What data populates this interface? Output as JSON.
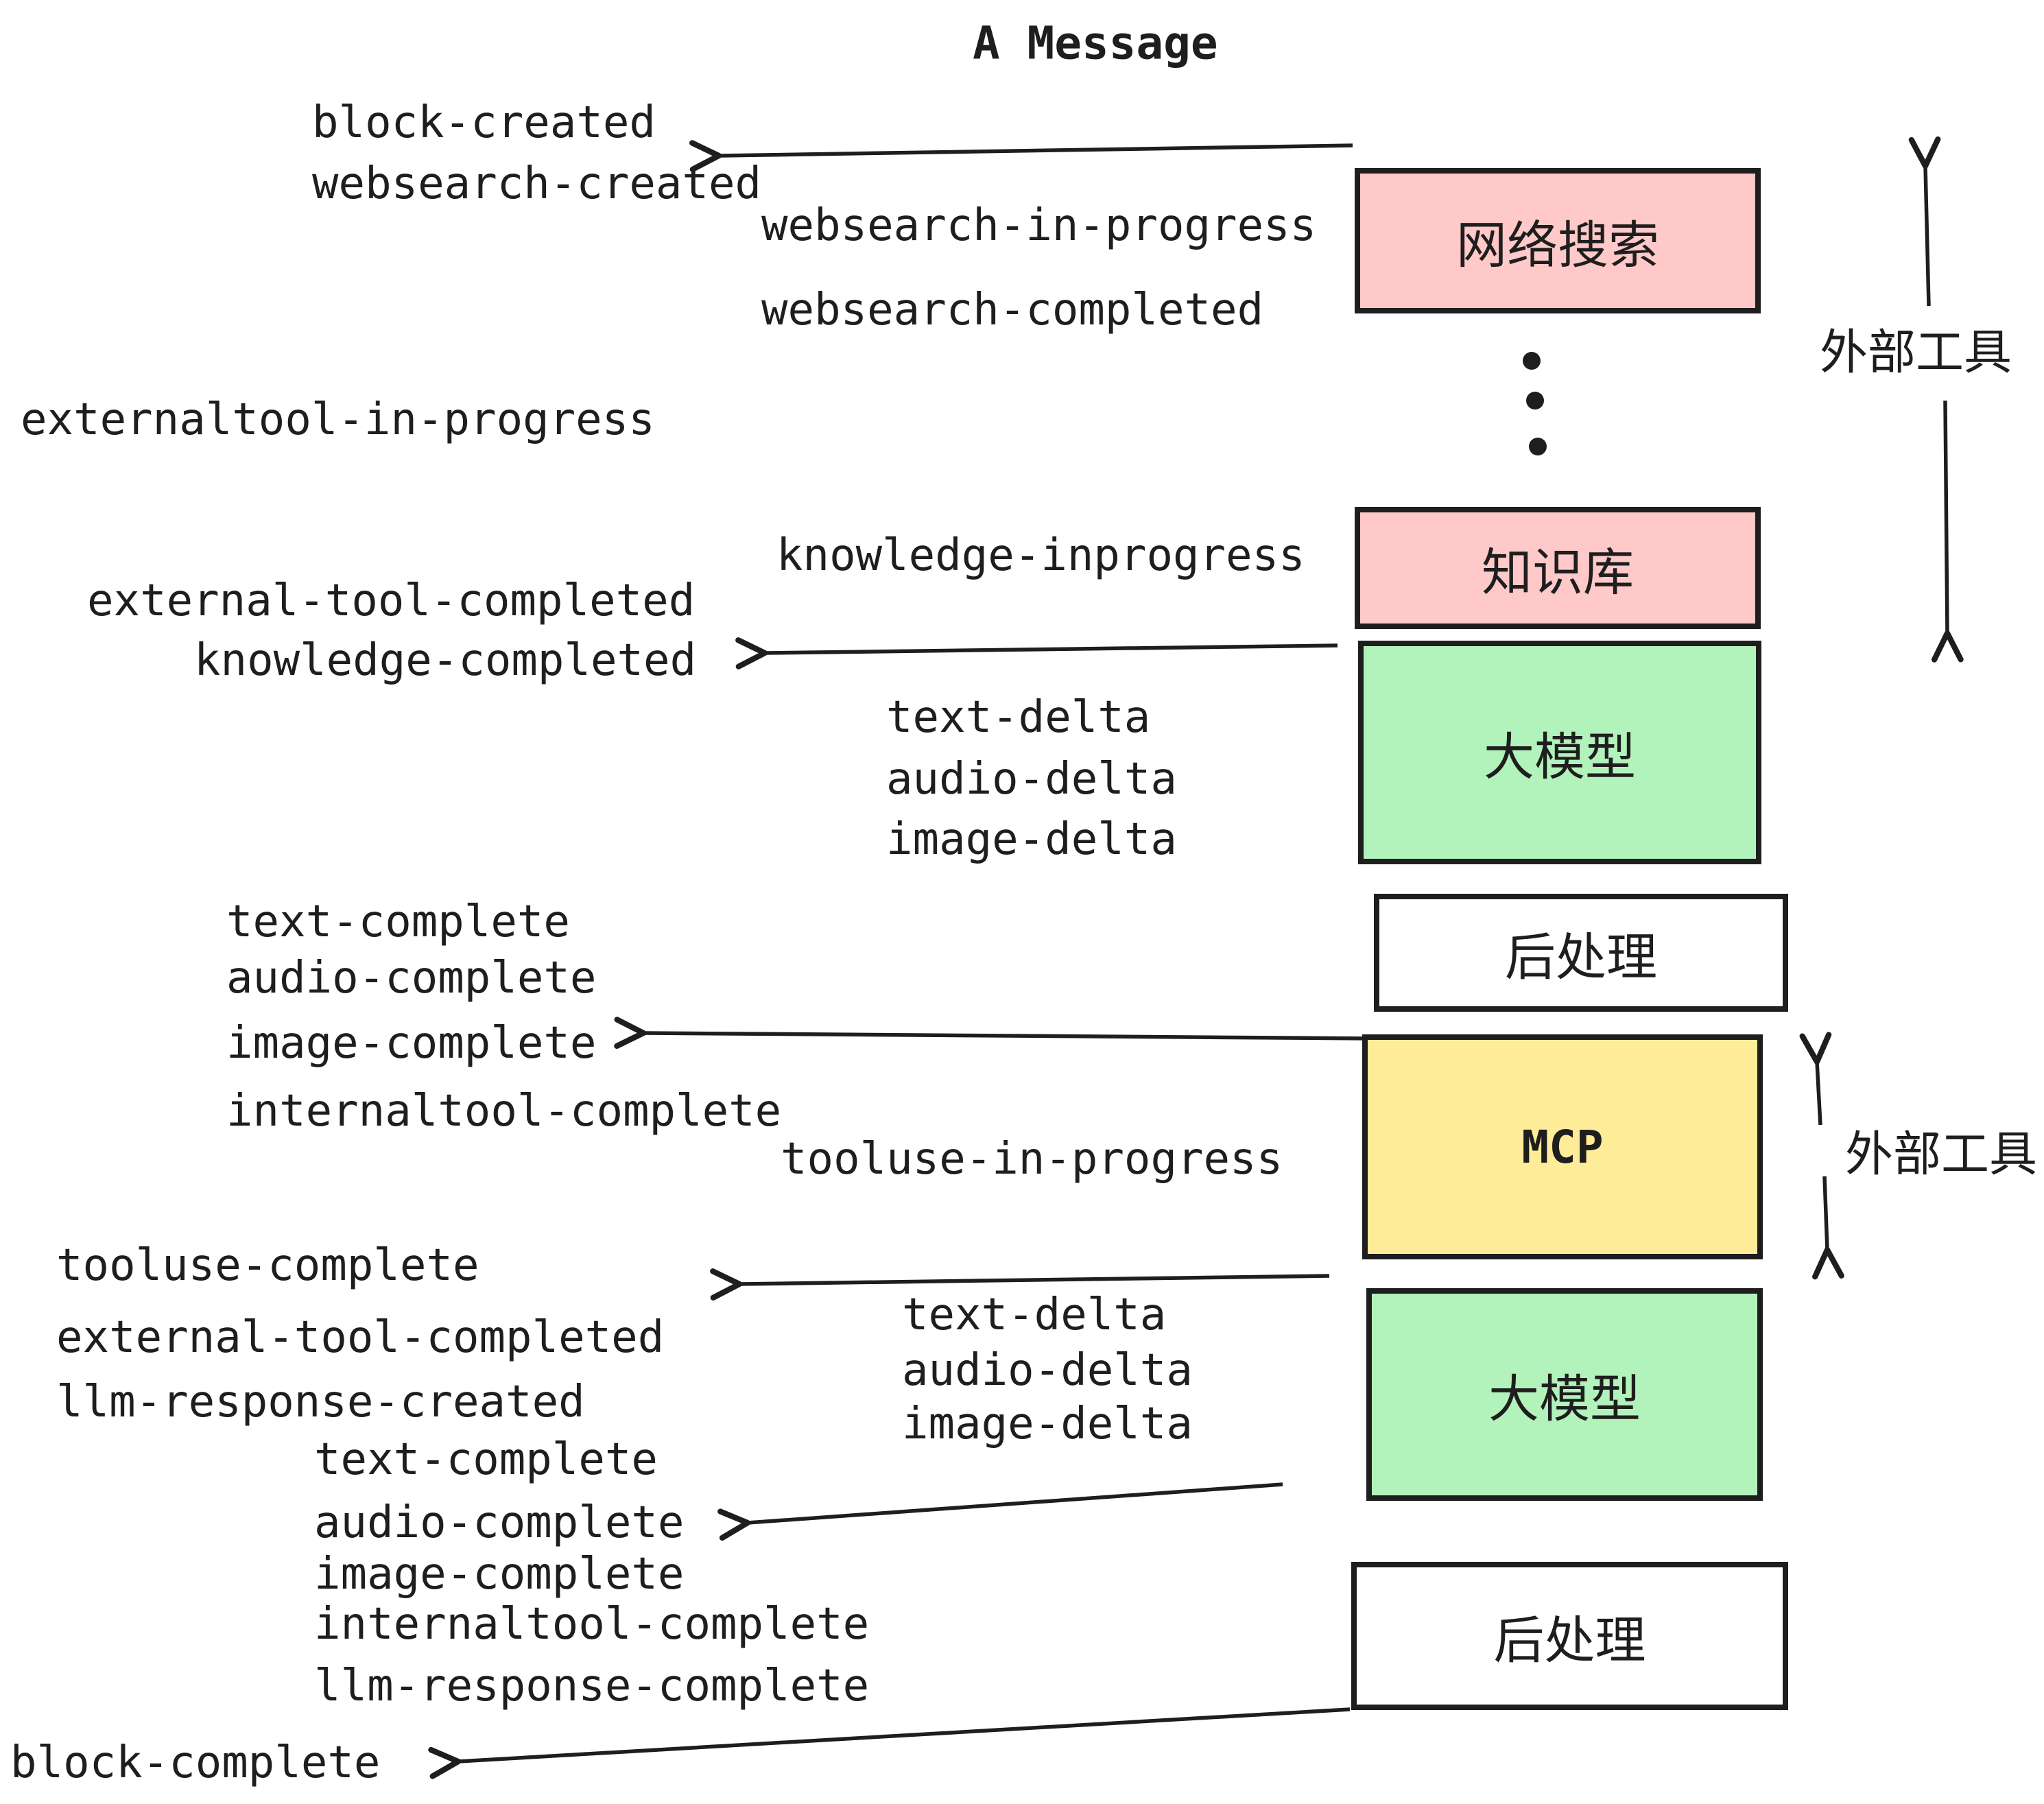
{
  "title": "A Message",
  "colors": {
    "pink": "#ffc9c9",
    "green": "#b2f2bb",
    "yellow": "#ffec99",
    "white": "#ffffff",
    "stroke": "#1e1e1e"
  },
  "nodes": {
    "websearch": "网络搜索",
    "knowledge": "知识库",
    "llm_top": "大模型",
    "post_top": "后处理",
    "mcp": "MCP",
    "llm_bottom": "大模型",
    "post_bottom": "后处理"
  },
  "side_annotations": {
    "external_tools_top": "外部工具",
    "external_tools_bottom": "外部工具"
  },
  "events": {
    "block_created": "block-created",
    "websearch_created": "websearch-created",
    "websearch_in_progress": "websearch-in-progress",
    "websearch_completed": "websearch-completed",
    "externaltool_in_progress": "externaltool-in-progress",
    "knowledge_inprogress": "knowledge-inprogress",
    "external_tool_completed": "external-tool-completed",
    "knowledge_completed": "knowledge-completed",
    "text_delta_1": "text-delta",
    "audio_delta_1": "audio-delta",
    "image_delta_1": "image-delta",
    "text_complete_1": "text-complete",
    "audio_complete_1": "audio-complete",
    "image_complete_1": "image-complete",
    "internaltool_complete_1": "internaltool-complete",
    "tooluse_in_progress": "tooluse-in-progress",
    "tooluse_complete": "tooluse-complete",
    "external_tool_completed_2": "external-tool-completed",
    "llm_response_created": "llm-response-created",
    "text_delta_2": "text-delta",
    "audio_delta_2": "audio-delta",
    "image_delta_2": "image-delta",
    "text_complete_2": "text-complete",
    "audio_complete_2": "audio-complete",
    "image_complete_2": "image-complete",
    "internaltool_complete_2": "internaltool-complete",
    "llm_response_complete": "llm-response-complete",
    "block_complete": "block-complete"
  }
}
